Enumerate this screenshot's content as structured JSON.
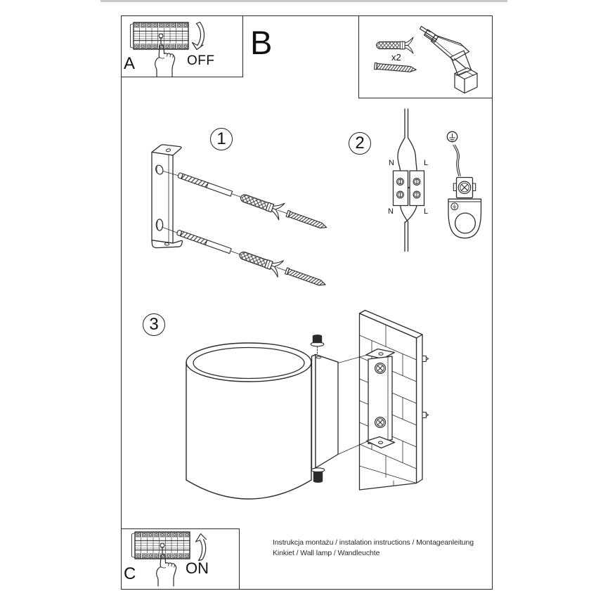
{
  "document": {
    "type": "installation instruction sheet",
    "background": "#ffffff",
    "line_color": "#2b2b2b"
  },
  "panel_a": {
    "label": "A",
    "state": "OFF"
  },
  "section_b": {
    "label": "B"
  },
  "tools": {
    "quantity": "x2"
  },
  "steps": {
    "one": "1",
    "two": "2",
    "three": "3"
  },
  "wiring": {
    "n_top": "N",
    "l_top": "L",
    "n_bottom": "N",
    "l_bottom": "L"
  },
  "panel_c": {
    "label": "C",
    "state": "ON"
  },
  "footer": {
    "line1": "Instrukcja montażu / instalation instructions / Montageanleitung",
    "line2": "Kinkiet / Wall lamp / Wandleuchte"
  }
}
